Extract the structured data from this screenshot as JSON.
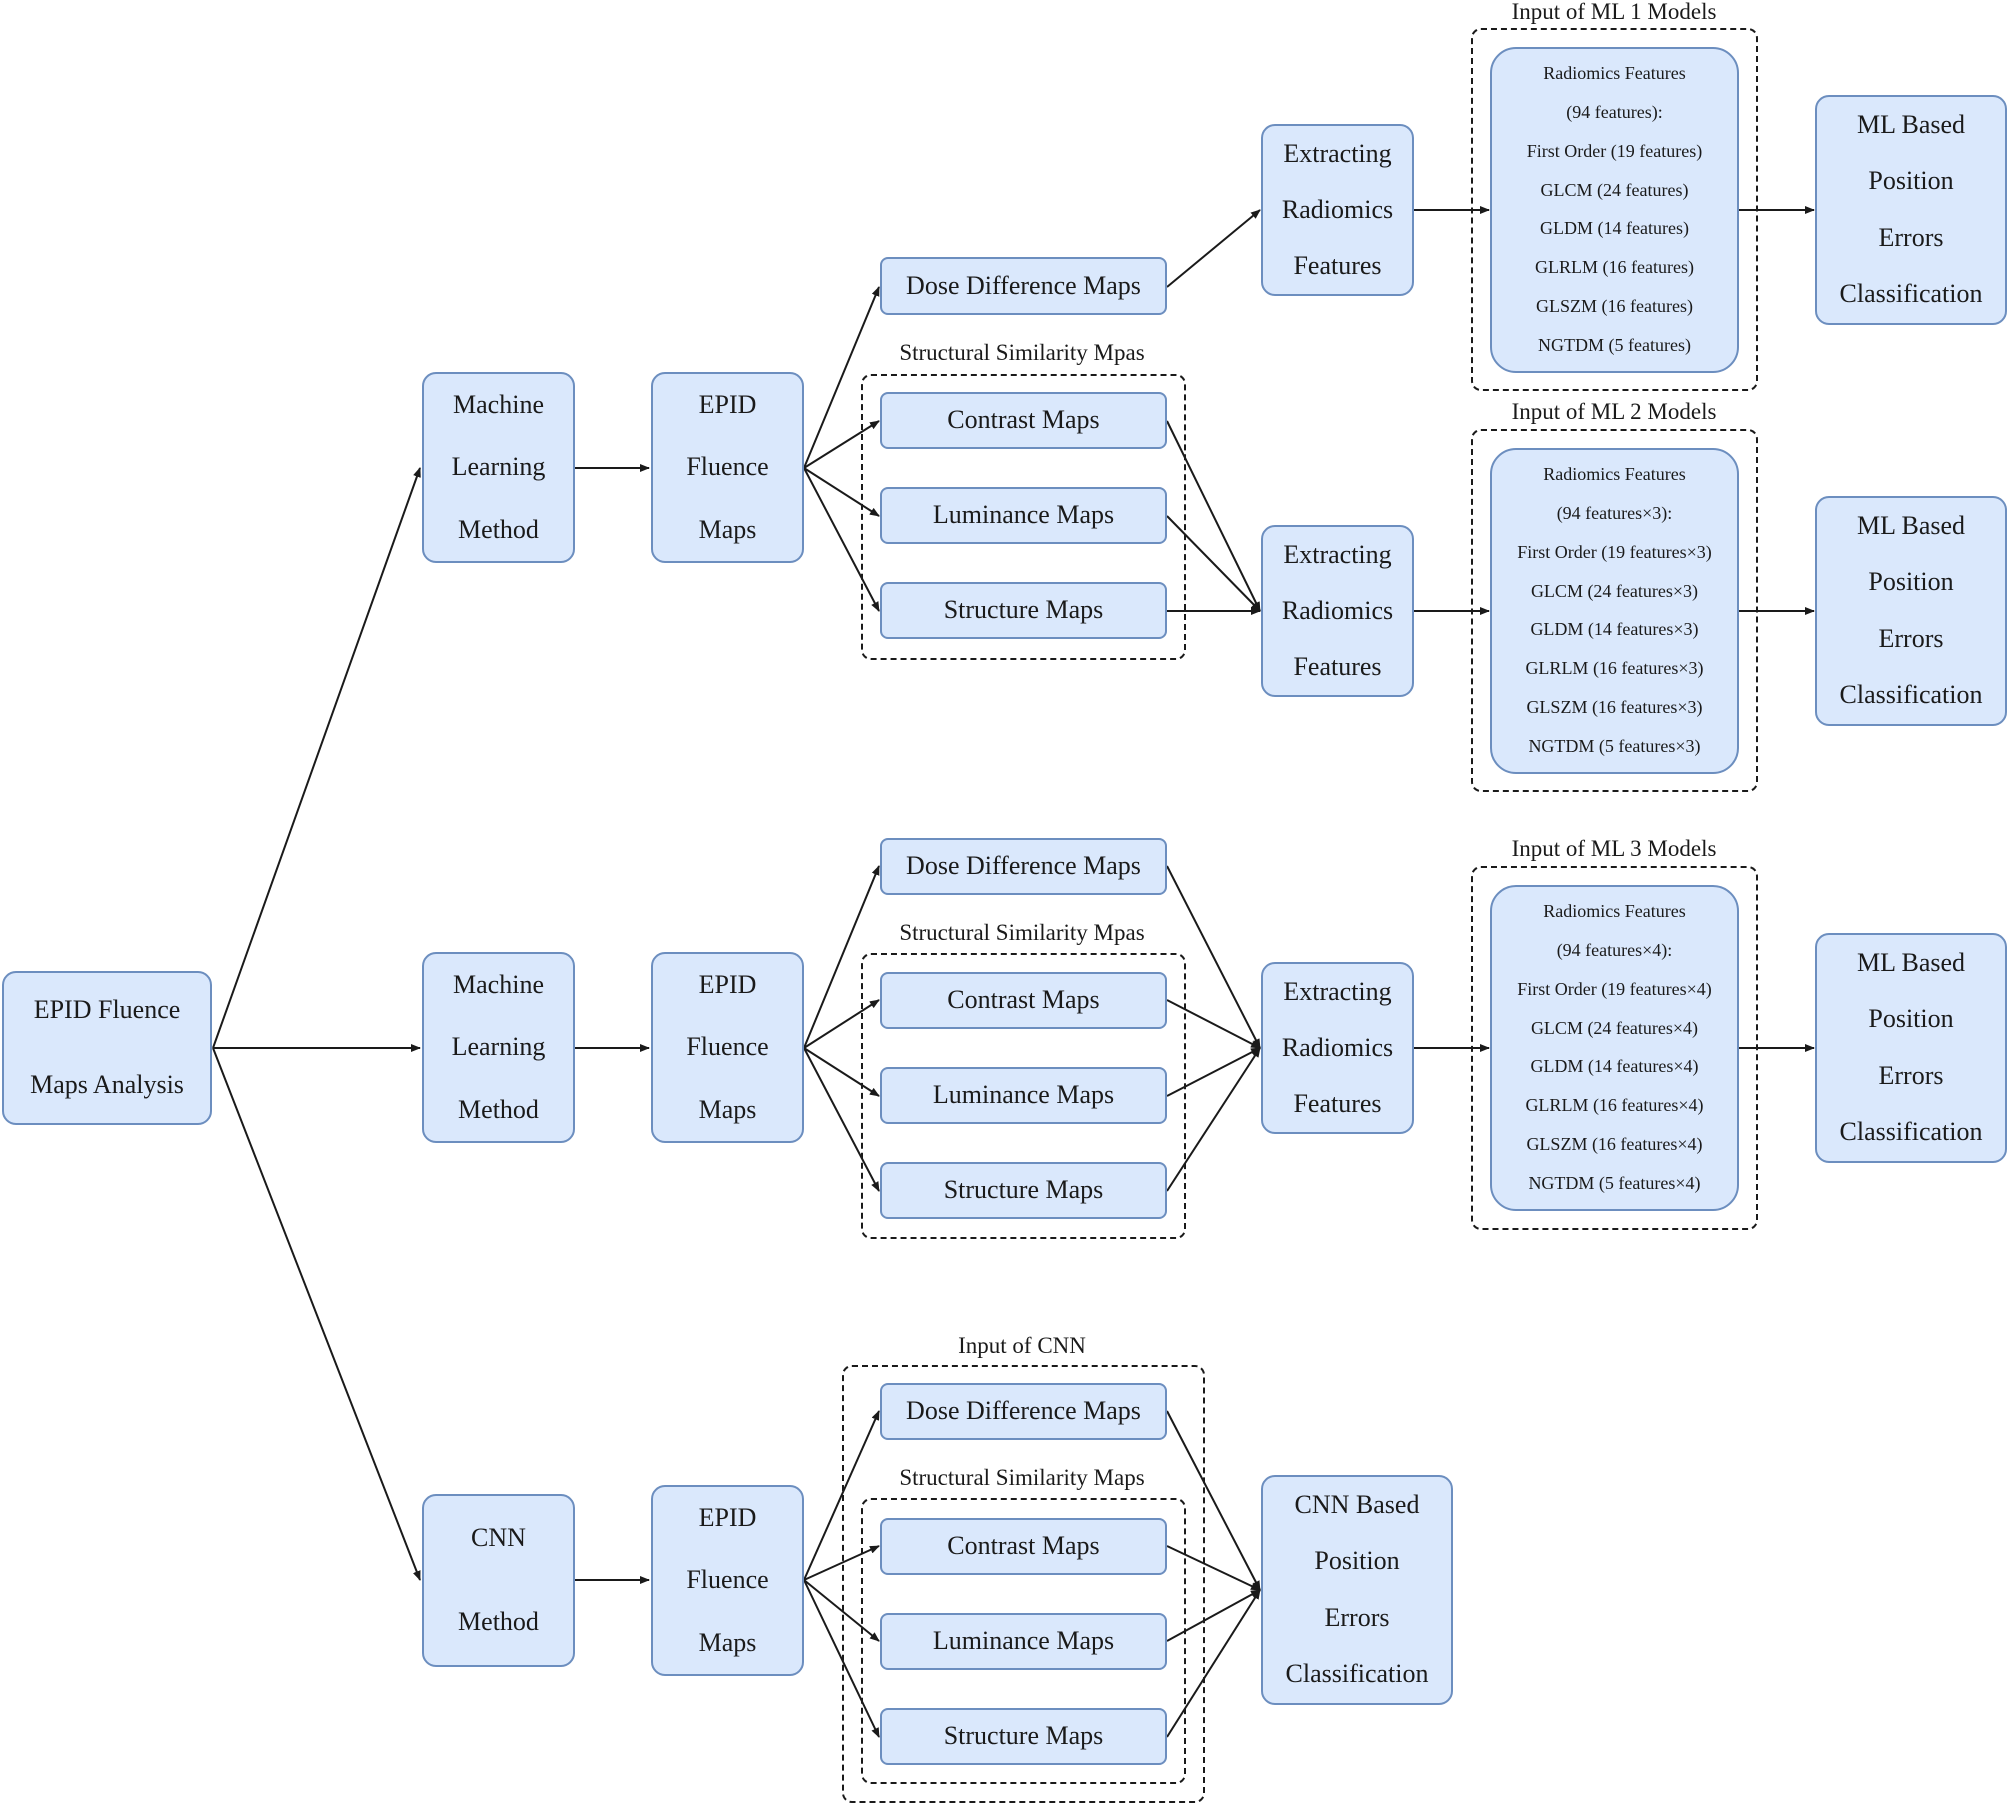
{
  "colors": {
    "box_fill": "#dae8fc",
    "box_border": "#6c8ebf",
    "line": "#1a1a1a"
  },
  "root": [
    "EPID Fluence",
    "Maps Analysis"
  ],
  "ml_method": [
    "Machine",
    "Learning",
    "Method"
  ],
  "cnn_method": [
    "CNN",
    "Method"
  ],
  "epid": [
    "EPID",
    "Fluence",
    "Maps"
  ],
  "maps": {
    "dose": "Dose Difference Maps",
    "contrast": "Contrast Maps",
    "luminance": "Luminance Maps",
    "structure": "Structure Maps"
  },
  "ssim_caption": "Structural Similarity Mpas",
  "ssim_caption_cnn": "Structural Similarity Maps",
  "extract": [
    "Extracting",
    "Radiomics",
    "Features"
  ],
  "ml_result": [
    "ML Based",
    "Position",
    "Errors",
    "Classification"
  ],
  "cnn_result": [
    "CNN Based",
    "Position",
    "Errors",
    "Classification"
  ],
  "input_captions": {
    "ml1": "Input of ML 1 Models",
    "ml2": "Input of ML 2 Models",
    "ml3": "Input of ML 3 Models",
    "cnn": "Input of CNN"
  },
  "features_ml1": [
    "Radiomics Features",
    "(94 features):",
    "First Order (19 features)",
    "GLCM (24 features)",
    "GLDM (14 features)",
    "GLRLM (16 features)",
    "GLSZM (16 features)",
    "NGTDM (5 features)"
  ],
  "features_ml2": [
    "Radiomics Features",
    "(94 features×3):",
    "First Order (19 features×3)",
    "GLCM (24 features×3)",
    "GLDM (14 features×3)",
    "GLRLM (16 features×3)",
    "GLSZM (16 features×3)",
    "NGTDM (5 features×3)"
  ],
  "features_ml3": [
    "Radiomics Features",
    "(94 features×4):",
    "First Order (19 features×4)",
    "GLCM (24 features×4)",
    "GLDM (14 features×4)",
    "GLRLM (16 features×4)",
    "GLSZM (16 features×4)",
    "NGTDM (5 features×4)"
  ]
}
